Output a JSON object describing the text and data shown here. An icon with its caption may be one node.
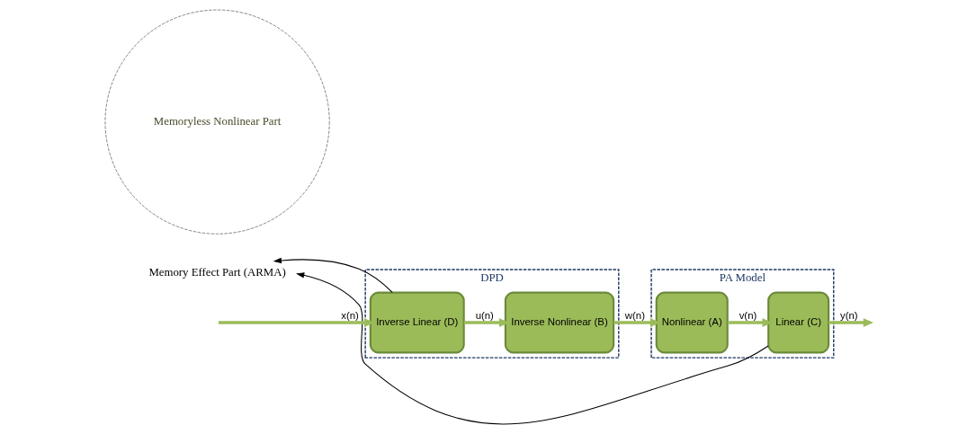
{
  "diagram": {
    "nodes": [
      {
        "text": [
          "DPD"
        ]
      },
      {
        "text": [
          "Inverse Linear (D)"
        ],
        "in": 0
      },
      {
        "text": [
          "Inverse Nonlinear (B)"
        ],
        "in": 0
      },
      {
        "text": [
          "PA Model"
        ]
      },
      {
        "text": [
          "Nonlinear (A)"
        ],
        "in": 3
      },
      {
        "text": [
          "Linear (C)"
        ],
        "in": 3
      },
      {
        "text": [
          "Memoryless Nonlinear Part"
        ]
      },
      {
        "text": [
          "Memory Effect Part (ARMA)"
        ]
      }
    ],
    "edges": [
      {
        "from": null,
        "to": 1,
        "arrow": "to",
        "label": "x(n)"
      },
      {
        "from": 1,
        "to": 2,
        "arrow": "to",
        "label": "u(n)"
      },
      {
        "from": 2,
        "to": 4,
        "arrow": "to",
        "label": "w(n)"
      },
      {
        "from": 4,
        "to": 5,
        "arrow": "to",
        "label": "v(n)"
      },
      {
        "from": 5,
        "to": null,
        "arrow": "to",
        "label": "y(n)"
      },
      {
        "from": 1,
        "to": 7,
        "arrow": "to",
        "color": "#000000"
      },
      {
        "from": 5,
        "to": 7,
        "arrow": "to",
        "color": "#000000"
      }
    ]
  }
}
